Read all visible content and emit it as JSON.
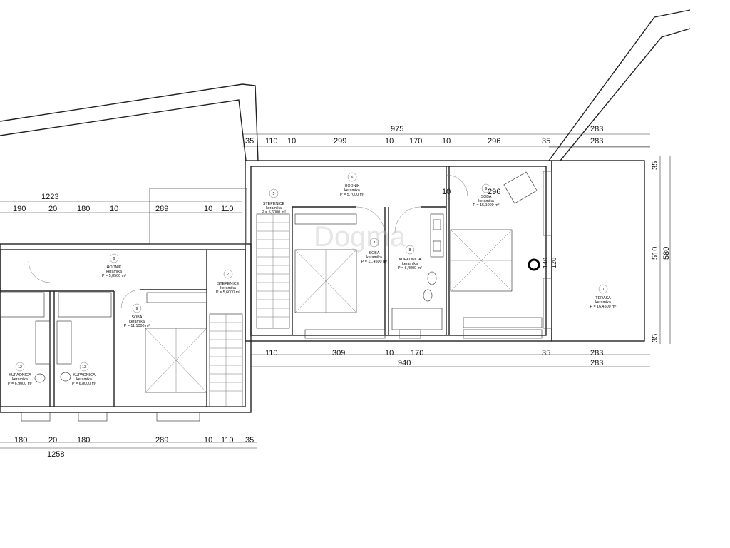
{
  "top_dimensions": {
    "overall": "975",
    "segments": [
      "35",
      "110",
      "10",
      "299",
      "10",
      "170",
      "10",
      "296",
      "35"
    ],
    "terrace_a": "283",
    "terrace_b": "283",
    "right_upper": "35",
    "right_mid": "510",
    "right_outer": "580",
    "right_lower": "35"
  },
  "inner_dimensions": {
    "seg_a": "10",
    "seg_b": "296",
    "door_a": "140",
    "door_b": "120"
  },
  "left_top_dimensions": {
    "overall": "1223",
    "segments": [
      "190",
      "20",
      "180",
      "10",
      "289",
      "10",
      "110"
    ]
  },
  "middle_bottom_dimensions": {
    "overall": "940",
    "segments": [
      "110",
      "309",
      "10",
      "170",
      "35"
    ],
    "terrace_a": "283",
    "terrace_b": "283"
  },
  "left_bottom_dimensions": {
    "overall": "1258",
    "segments": [
      "180",
      "20",
      "180",
      "289",
      "10",
      "110",
      "35"
    ]
  },
  "rooms_right": [
    {
      "num": "5",
      "name": "STEPENICE",
      "finish": "keramika",
      "area": "P = 5,6000 m²"
    },
    {
      "num": "6",
      "name": "HODNIK",
      "finish": "keramika",
      "area": "P = 5,7000 m²"
    },
    {
      "num": "7",
      "name": "SOBA",
      "finish": "keramika",
      "area": "P = 11,4500 m²"
    },
    {
      "num": "8",
      "name": "KUPAONICA",
      "finish": "keramika",
      "area": "P = 6,4000 m²"
    },
    {
      "num": "9",
      "name": "SOBA",
      "finish": "keramika",
      "area": "P = 15,1000 m²"
    },
    {
      "num": "10",
      "name": "TERASA",
      "finish": "keramika",
      "area": "P = 16,4500 m²"
    }
  ],
  "rooms_left": [
    {
      "num": "6",
      "name": "HODNIK",
      "finish": "keramika",
      "area": "P = 5,8500 m²"
    },
    {
      "num": "7",
      "name": "STEPENICE",
      "finish": "keramika",
      "area": "P = 5,6000 m²"
    },
    {
      "num": "9",
      "name": "SOBA",
      "finish": "keramika",
      "area": "P = 11,1000 m²"
    },
    {
      "num": "12",
      "name": "KUPAONICA",
      "finish": "keramika",
      "area": "P = 6,9000 m²"
    },
    {
      "num": "13",
      "name": "KUPAONICA",
      "finish": "keramika",
      "area": "P = 6,8000 m²"
    }
  ],
  "watermark": "Dogma"
}
